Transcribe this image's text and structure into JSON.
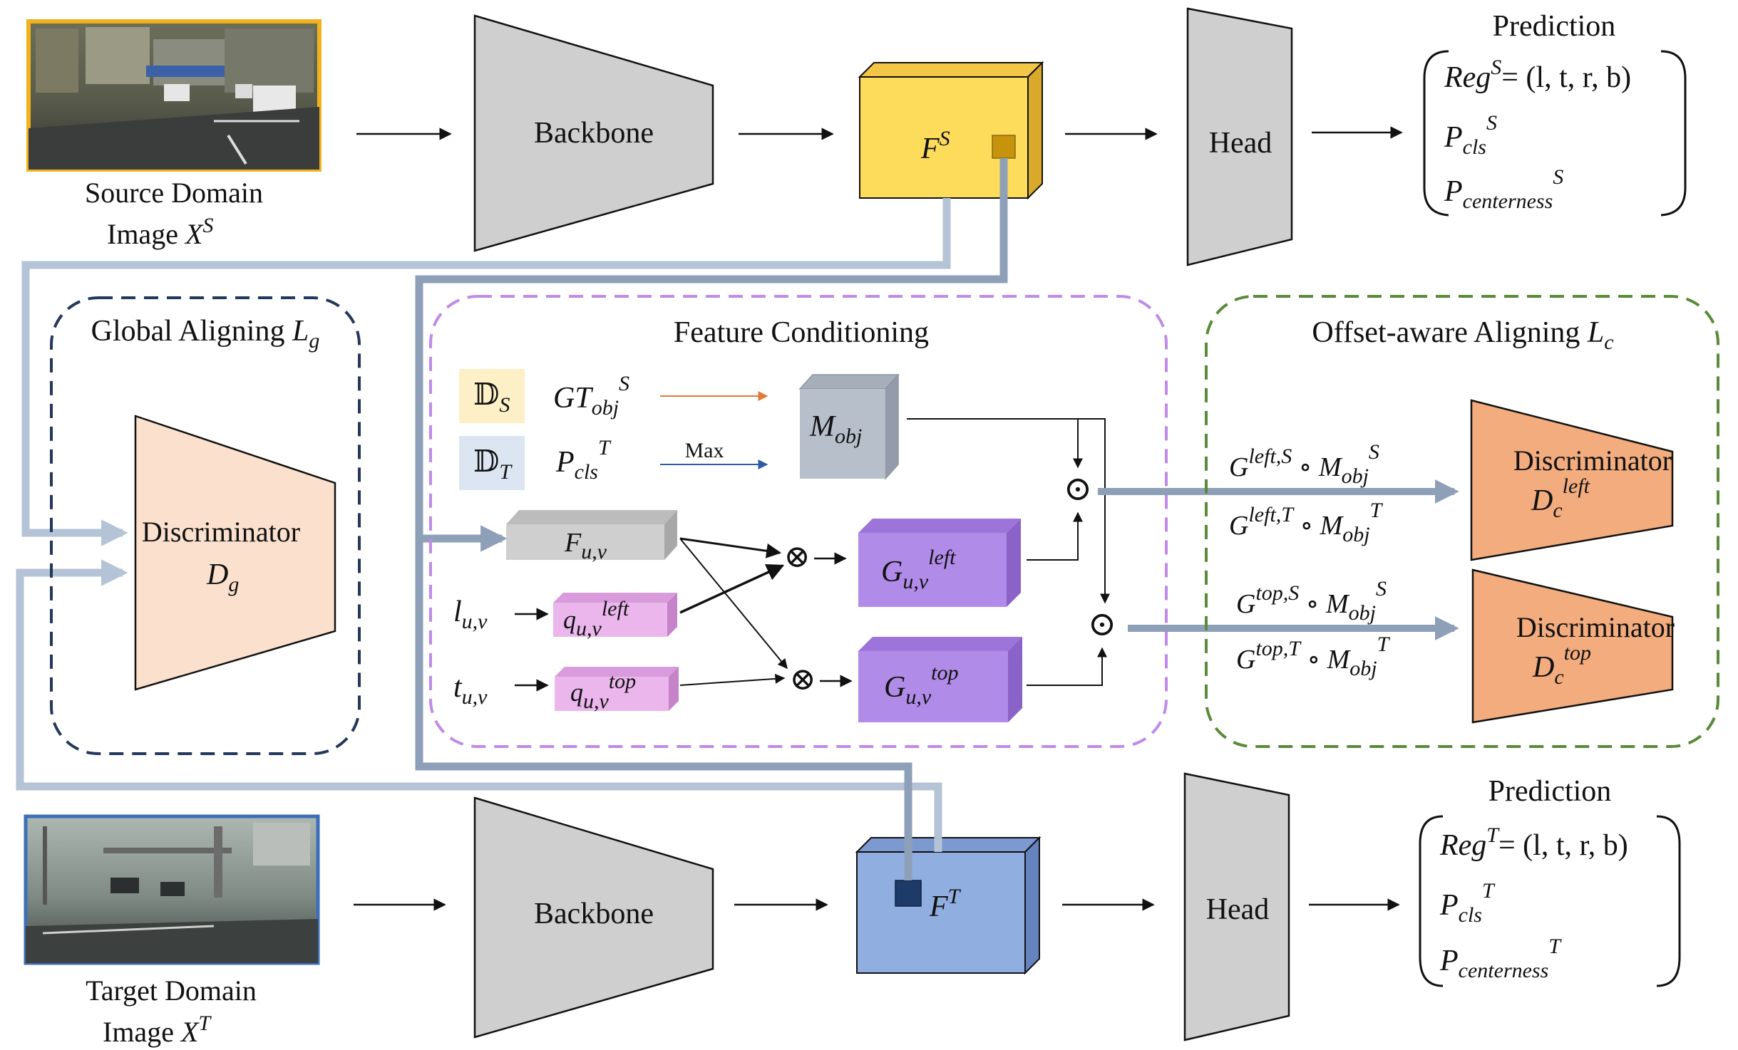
{
  "source": {
    "label_line1": "Source Domain",
    "label_line2": "Image",
    "symbol": "X",
    "sup": "S"
  },
  "target": {
    "label_line1": "Target Domain",
    "label_line2": "Image",
    "symbol": "X",
    "sup": "T"
  },
  "backbone_label": "Backbone",
  "head_label": "Head",
  "feature_source": {
    "symbol": "F",
    "sup": "S"
  },
  "feature_target": {
    "symbol": "F",
    "sup": "T"
  },
  "prediction_source": {
    "title": "Prediction",
    "reg": "Reg",
    "reg_sup": "S",
    "reg_value": "= (l, t, r, b)",
    "p": "P",
    "cls": "cls",
    "cls_sup": "S",
    "centerness": "centerness",
    "centerness_sup": "S"
  },
  "prediction_target": {
    "title": "Prediction",
    "reg": "Reg",
    "reg_sup": "T",
    "reg_value": "= (l, t, r, b)",
    "p": "P",
    "cls": "cls",
    "cls_sup": "T",
    "centerness": "centerness",
    "centerness_sup": "T"
  },
  "global_aligning": {
    "title": "Global Aligning",
    "loss": "L",
    "loss_sub": "g",
    "discriminator_label": "Discriminator",
    "disc_symbol": "D",
    "disc_sub": "g"
  },
  "feature_conditioning": {
    "title": "Feature Conditioning",
    "ds": "𝔻",
    "ds_sub": "S",
    "dt": "𝔻",
    "dt_sub": "T",
    "gt": "GT",
    "gt_sub": "obj",
    "gt_sup": "S",
    "pcls": "P",
    "pcls_sub": "cls",
    "pcls_sup": "T",
    "max_label": "Max",
    "m": "M",
    "m_sub": "obj",
    "f": "F",
    "f_sub": "u,v",
    "l": "l",
    "l_sub": "u,v",
    "t": "t",
    "t_sub": "u,v",
    "q": "q",
    "q_sub": "u,v",
    "q_left_sup": "left",
    "q_top_sup": "top",
    "g": "G",
    "g_sub": "u,v",
    "g_left_sup": "left",
    "g_top_sup": "top",
    "otimes": "⊗",
    "odot": "⊙"
  },
  "offset_aligning": {
    "title": "Offset-aware Aligning",
    "loss": "L",
    "loss_sub": "c",
    "discriminator_label": "Discriminator",
    "disc_symbol": "D",
    "disc_sub": "c",
    "disc_left_sup": "left",
    "disc_top_sup": "top",
    "g": "G",
    "m": "M",
    "m_sub": "obj",
    "circ": "∘",
    "left_s_sup": "left,S",
    "left_t_sup": "left,T",
    "top_s_sup": "top,S",
    "top_t_sup": "top,T",
    "m_sup_s": "S",
    "m_sup_t": "T"
  },
  "colors": {
    "source_border": "#f2b21b",
    "target_border": "#3d6fb8",
    "feature_source": "#fddc5c",
    "feature_target": "#90aee0",
    "discriminator_global": "#fbe0cd",
    "discriminator_offset": "#f2ac7e",
    "gray_block": "#cfcfcf",
    "purple_block": "#b08be8",
    "pink_block": "#eab6ec",
    "mobj": "#b7bfcb",
    "global_box": "#23385a",
    "feature_box": "#c08be8",
    "offset_box": "#5a8a3a",
    "thick_arrow": "#8e9fb8"
  }
}
